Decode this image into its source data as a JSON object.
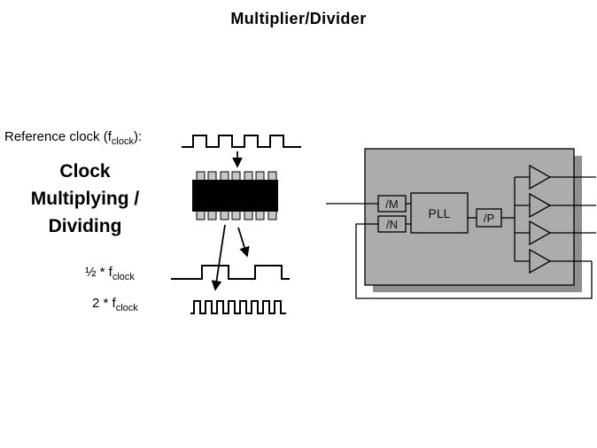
{
  "title": "Multiplier/Divider",
  "left_panel": {
    "reference_label": {
      "pre": "Reference clock (f",
      "sub": "clock",
      "post": "):"
    },
    "heading_lines": [
      "Clock",
      "Multiplying /",
      "Dividing"
    ],
    "half_rate_label": {
      "pre": "½ * f",
      "sub": "clock"
    },
    "double_rate_label": {
      "pre": "2 * f",
      "sub": "clock"
    }
  },
  "block_diagram": {
    "divider_m_label": "/M",
    "divider_n_label": "/N",
    "pll_label": "PLL",
    "divider_p_label": "/P",
    "buffer_count": 4
  },
  "colors": {
    "background": "#ffffff",
    "text": "#000000",
    "line": "#000000",
    "diagram_fill": "#acacac",
    "diagram_shadow": "#8f8f8f",
    "chip_body": "#000000",
    "chip_pin": "#c6c6c6"
  }
}
